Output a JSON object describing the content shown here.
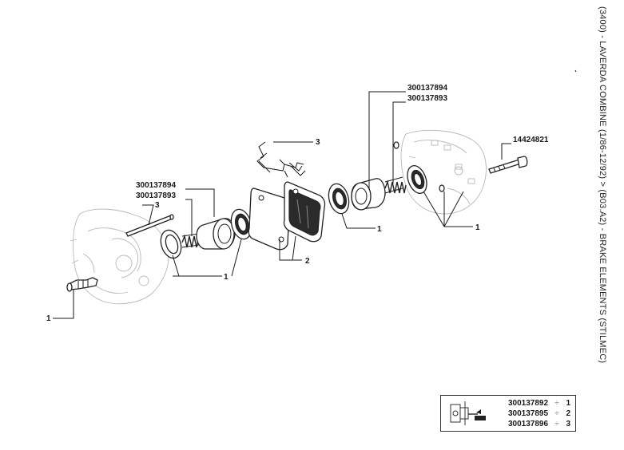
{
  "side_title": "(3400) - LAVERDA COMBINE (1/86-12/92) > (B03.A2) - BRAKE ELEMENTS (STILMEC)",
  "labels": {
    "top_right_code_a": "300137894",
    "top_right_code_b": "300137893",
    "bolt_code": "14424821",
    "left_code_a": "300137894",
    "left_code_b": "300137893",
    "pin_ref": "3",
    "spring_clip_ref": "3",
    "pads_ref": "2",
    "seal_left_ref": "1",
    "bleeder_ref": "1",
    "seal_center_ref": "1",
    "seals_right_ref": "1"
  },
  "kit_table": {
    "rows": [
      {
        "code": "300137892",
        "sep": "÷",
        "index": "1"
      },
      {
        "code": "300137895",
        "sep": "÷",
        "index": "2"
      },
      {
        "code": "300137896",
        "sep": "÷",
        "index": "3"
      }
    ]
  }
}
